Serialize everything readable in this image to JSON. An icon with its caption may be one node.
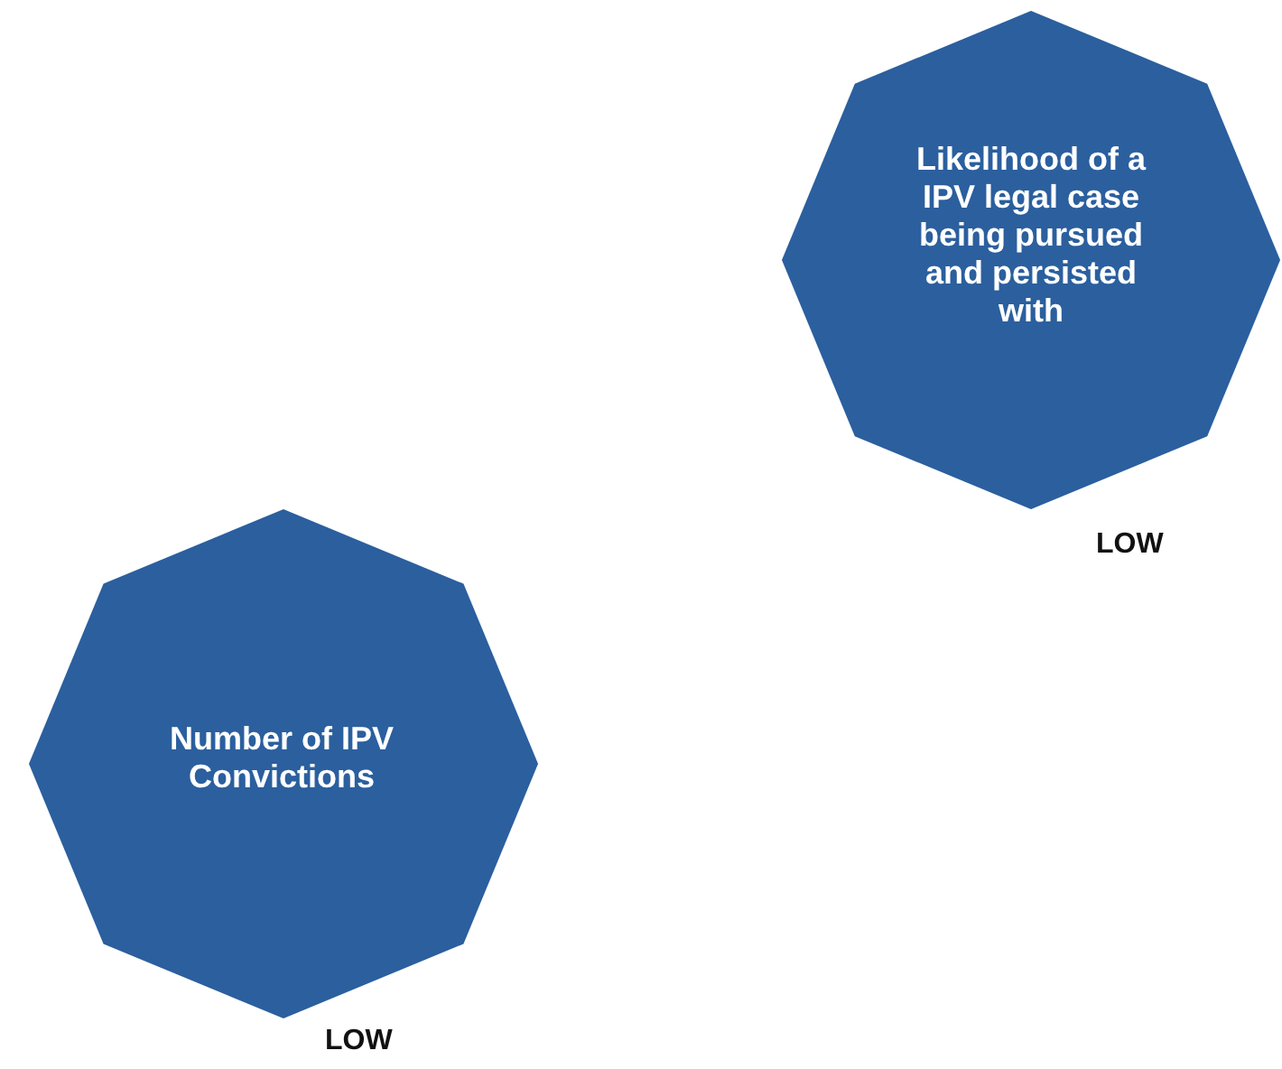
{
  "diagram": {
    "nodes": [
      {
        "text": [
          "Likelihood of a IPV legal case being pursued and persisted with"
        ],
        "beside": [
          "LOW"
        ]
      },
      {
        "text": [
          "Number of IPV Convictions"
        ],
        "beside": [
          "LOW"
        ]
      }
    ]
  }
}
